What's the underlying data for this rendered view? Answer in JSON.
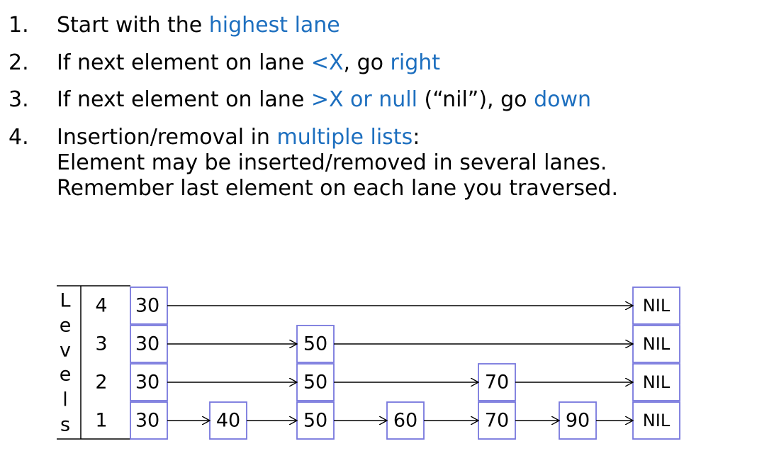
{
  "steps": [
    {
      "number": "1.",
      "lines": [
        [
          {
            "text": "Start with the "
          },
          {
            "text": "highest lane",
            "hl": true
          }
        ]
      ]
    },
    {
      "number": "2.",
      "lines": [
        [
          {
            "text": "If next element on lane "
          },
          {
            "text": "<X",
            "hl": true
          },
          {
            "text": ", go "
          },
          {
            "text": "right",
            "hl": true
          }
        ]
      ]
    },
    {
      "number": "3.",
      "lines": [
        [
          {
            "text": "If next element on lane "
          },
          {
            "text": ">X or null",
            "hl": true
          },
          {
            "text": " (“nil”), go "
          },
          {
            "text": "down",
            "hl": true
          }
        ]
      ]
    },
    {
      "number": "4.",
      "lines": [
        [
          {
            "text": "Insertion/removal in "
          },
          {
            "text": "multiple lists",
            "hl": true
          },
          {
            "text": ":"
          }
        ],
        [
          {
            "text": "Element may be inserted/removed in several lanes."
          }
        ],
        [
          {
            "text": "Remember last element on each lane you traversed."
          }
        ]
      ]
    }
  ],
  "colors": {
    "highlight": "#1d6fbf",
    "node_border": "#7777dd",
    "text": "#000000"
  },
  "diagram": {
    "axis_label_letters": [
      "L",
      "e",
      "v",
      "e",
      "l",
      "s"
    ],
    "level_numbers": [
      "4",
      "3",
      "2",
      "1"
    ],
    "head_values": [
      "30",
      "30",
      "30",
      "30"
    ],
    "nil_label": "NIL",
    "nodes": [
      {
        "value": "40",
        "top_level": 1
      },
      {
        "value": "50",
        "top_level": 3
      },
      {
        "value": "60",
        "top_level": 1
      },
      {
        "value": "70",
        "top_level": 2
      },
      {
        "value": "90",
        "top_level": 1
      }
    ]
  }
}
